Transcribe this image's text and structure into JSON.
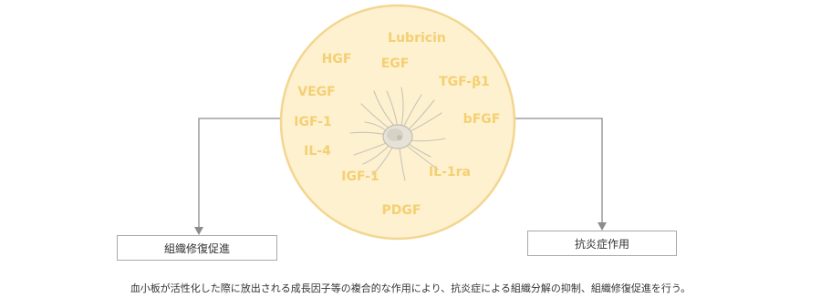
{
  "circle": {
    "fill": "#fdf1d0",
    "stroke": "#f3d690",
    "factor_color": "#f5cf72",
    "factors": [
      "Lubricin",
      "HGF",
      "EGF",
      "TGF-β1",
      "VEGF",
      "bFGF",
      "IGF-1",
      "IL-4",
      "IGF-1",
      "IL-1ra",
      "PDGF"
    ]
  },
  "platelet_icon": "activated-platelet-icon",
  "boxes": {
    "left_label": "組織修復促進",
    "right_label": "抗炎症作用"
  },
  "caption": "血小板が活性化した際に放出される成長因子等の複合的な作用により、抗炎症による組織分解の抑制、組織修復促進を行う。"
}
